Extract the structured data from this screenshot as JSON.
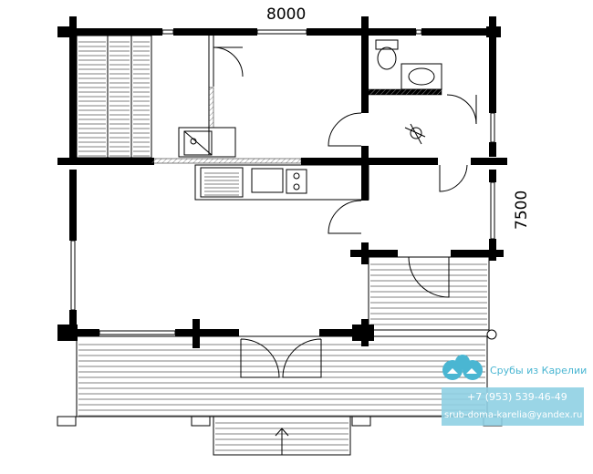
{
  "dimensions": {
    "width_label": "8000",
    "height_label": "7500"
  },
  "brand": {
    "name": "Срубы из Карелии",
    "phone": "+7 (953) 539-46-49",
    "email": "srub-doma-karelia@yandex.ru",
    "color": "#4ab6d2"
  },
  "colors": {
    "wall": "#000000",
    "line": "#000000",
    "hatch": "#999999"
  }
}
